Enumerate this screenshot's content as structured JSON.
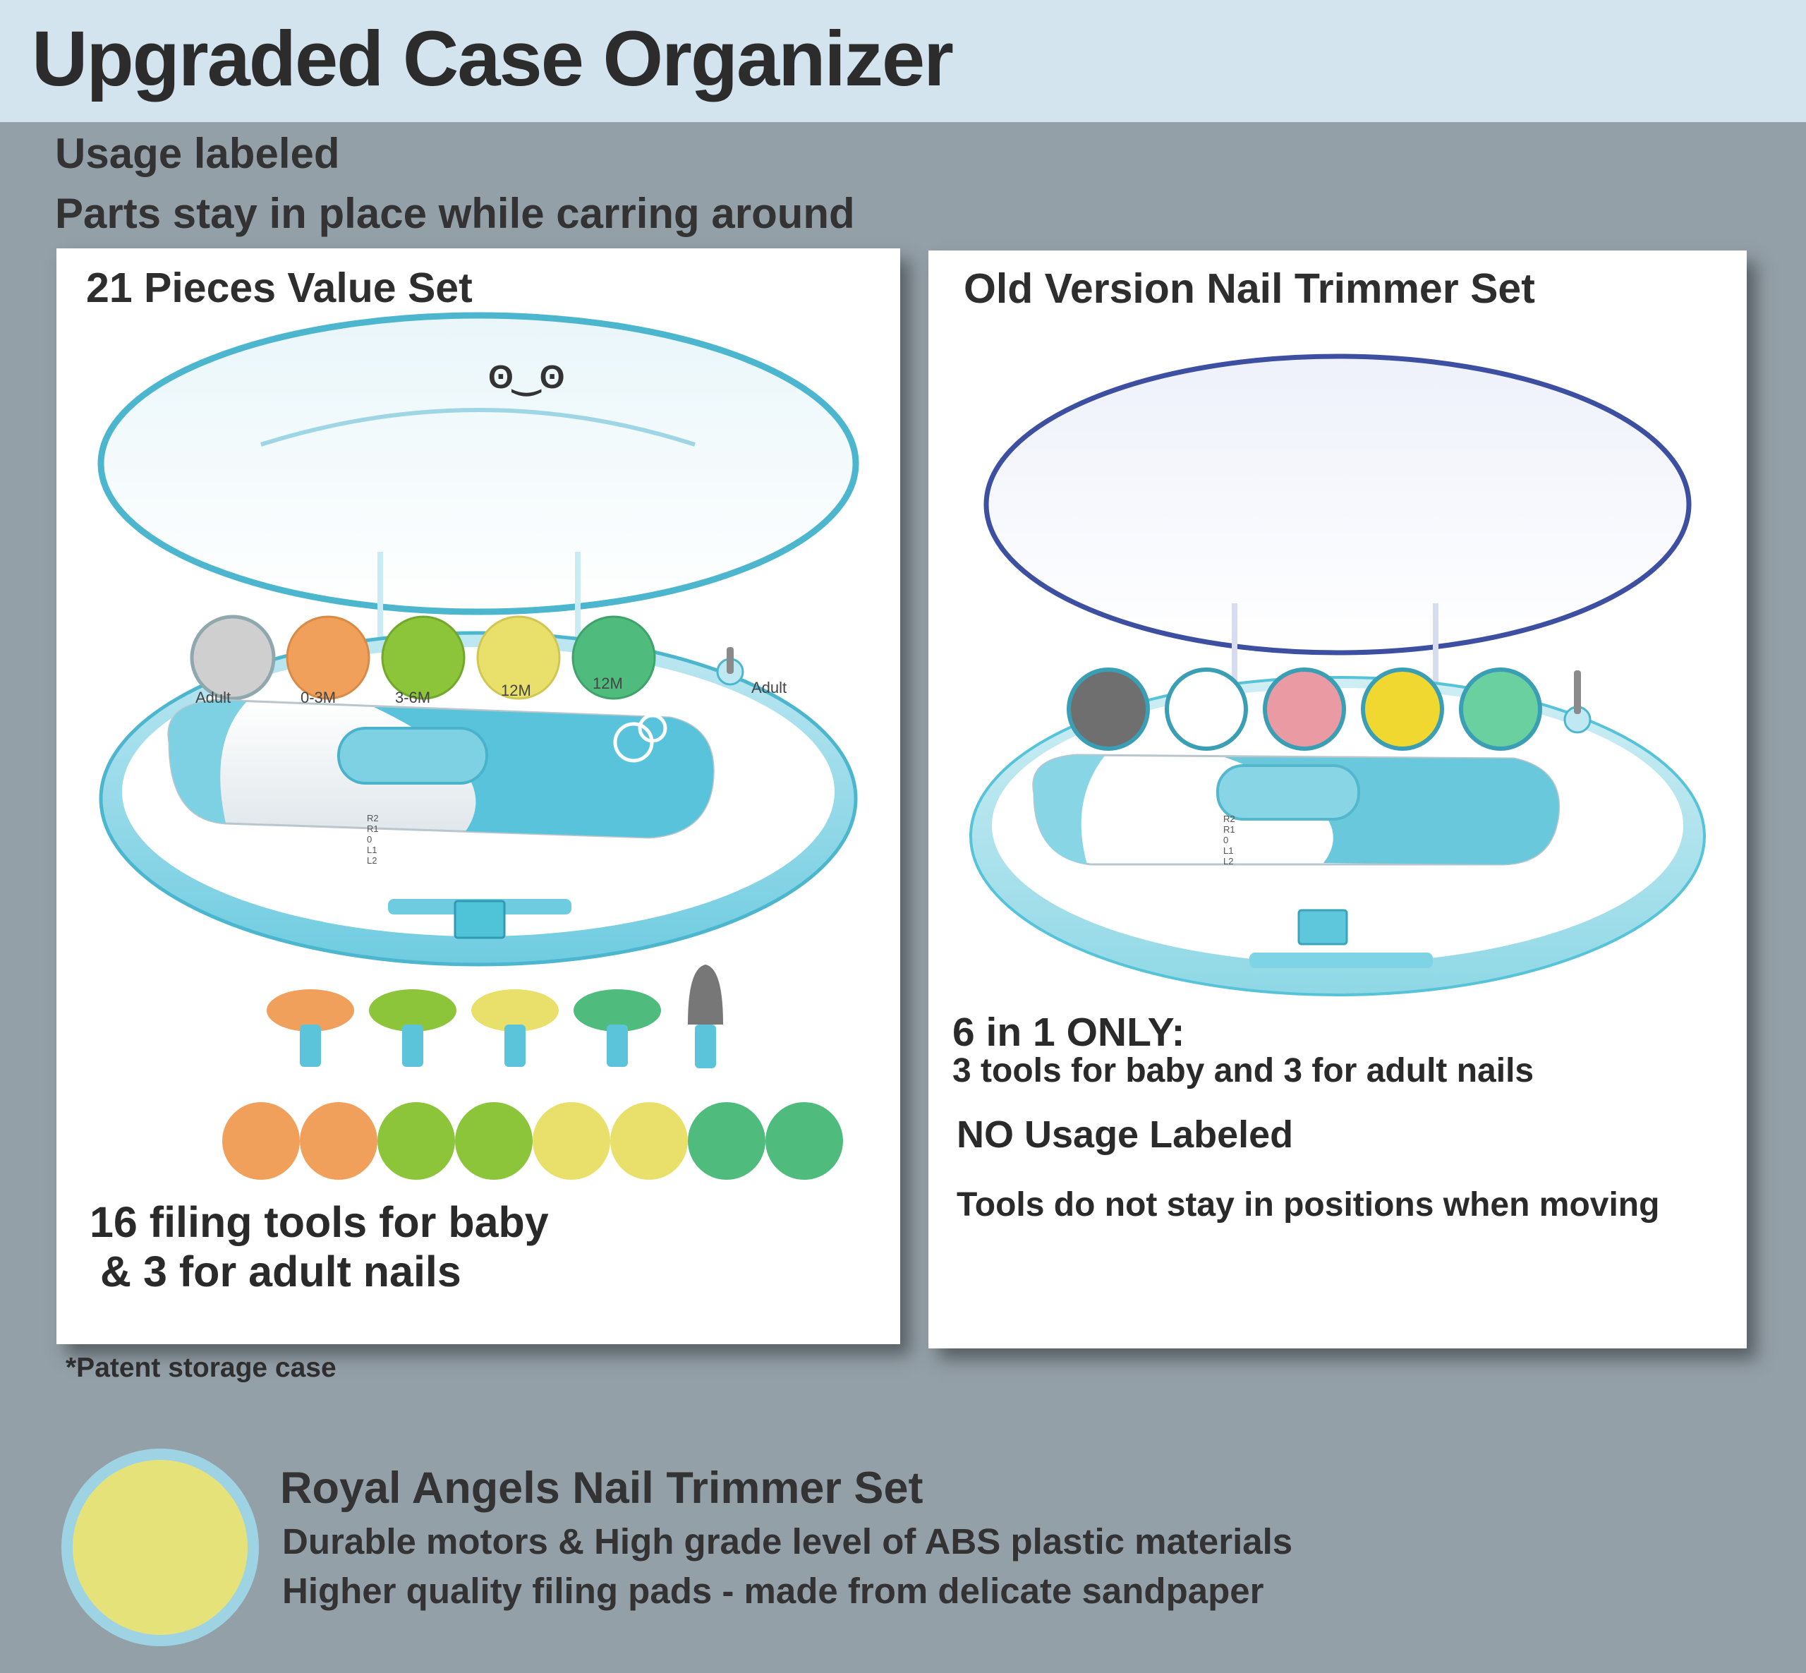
{
  "header": {
    "title": "Upgraded Case Organizer"
  },
  "intro": {
    "line1": "Usage labeled",
    "line2": "Parts stay in place while carring around"
  },
  "left_panel": {
    "title": "21 Pieces Value Set",
    "logo_text": "ʘ‿ʘ",
    "slot_labels": [
      "Adult",
      "0-3M",
      "3-6M",
      "12M",
      "12M",
      "Adult"
    ],
    "switch_labels": [
      "R2",
      "R1",
      "0",
      "L1",
      "L2"
    ],
    "caption_line1": "16 filing tools for baby",
    "caption_line2": "& 3 for adult nails",
    "colors": {
      "case_accent": "#56c3d8",
      "pad_orange": "#f0a05a",
      "pad_green": "#8cc43a",
      "pad_yellow": "#e8e06a",
      "pad_teal": "#4fbc7e"
    }
  },
  "right_panel": {
    "title": "Old Version Nail Trimmer Set",
    "switch_labels": [
      "R2",
      "R1",
      "0",
      "L1",
      "L2"
    ],
    "line1": "6 in 1 ONLY:",
    "line2": "3 tools for baby and 3 for adult nails",
    "line3": "NO Usage Labeled",
    "line4": "Tools do not stay in positions when moving",
    "colors": {
      "lid_rim": "#3d4fa0",
      "pad_gray": "#6f6f6f",
      "pad_white": "#ffffff",
      "pad_pink": "#ea9aa3",
      "pad_yellow": "#f0d830",
      "pad_mint": "#6ad0a0"
    }
  },
  "footnote": "*Patent storage case",
  "feature": {
    "title": "Royal Angels Nail Trimmer Set",
    "line1": "Durable motors & High grade level of ABS plastic materials",
    "line2": "Higher quality filing pads - made from delicate sandpaper",
    "pad_color": "#e6e27a",
    "ring_color": "#9ed3e4"
  }
}
